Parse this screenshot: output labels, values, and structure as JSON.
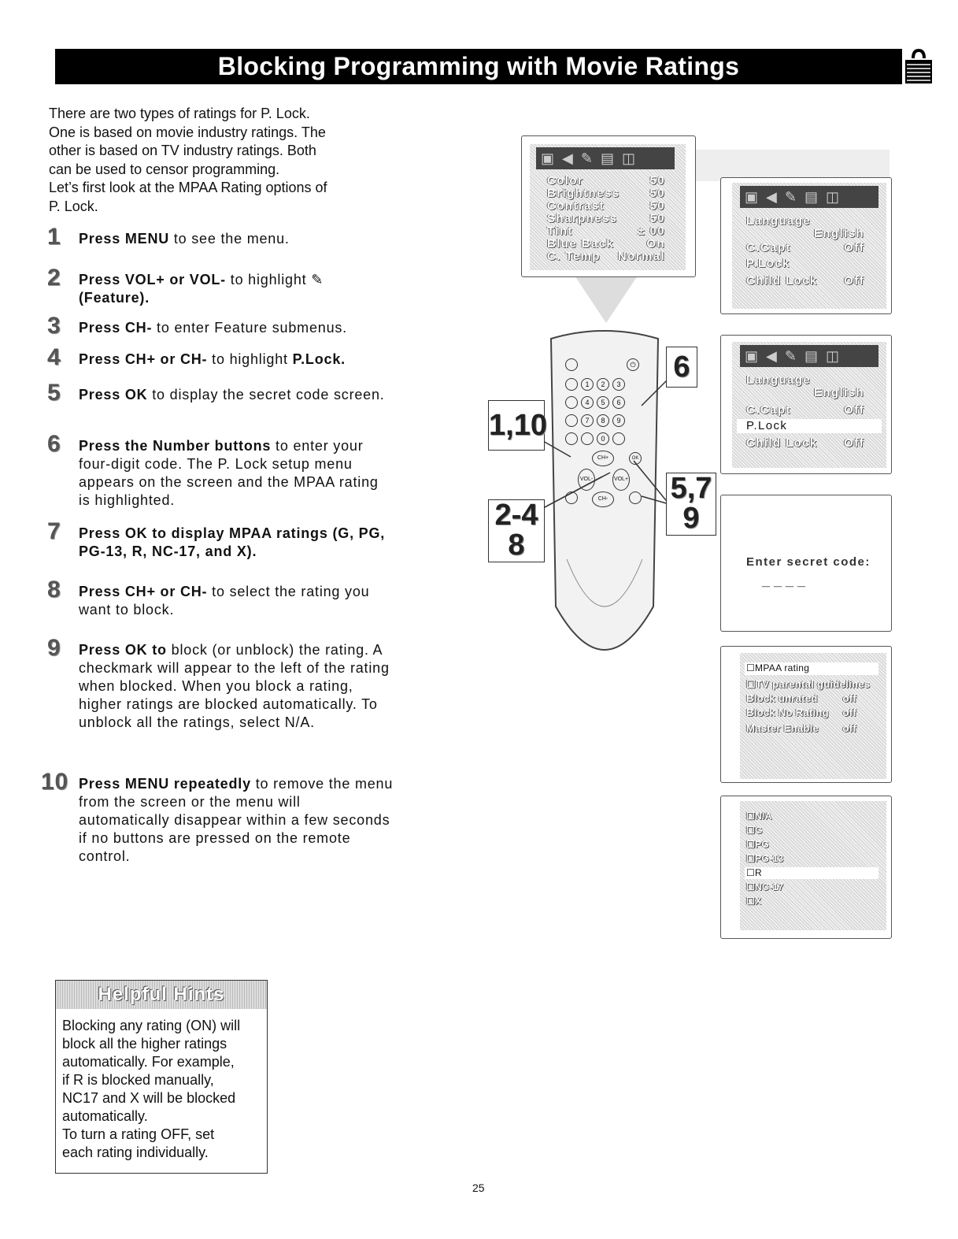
{
  "title": "Blocking Programming with Movie Ratings",
  "intro": [
    "There are two types of ratings for P. Lock.",
    "One is based on movie industry ratings. The",
    "other is based on TV industry ratings. Both",
    "can be used to censor programming.",
    "Let’s first look at the MPAA Rating options of",
    "P. Lock."
  ],
  "steps": [
    {
      "num": "1",
      "bold": "Press MENU",
      "rest": " to see the menu."
    },
    {
      "num": "2",
      "bold": "Press VOL+ or VOL-",
      "rest": " to highlight ",
      "icon": "feature-icon",
      "tail": "(Feature)."
    },
    {
      "num": "3",
      "bold": "Press CH-",
      "rest": " to enter Feature submenus."
    },
    {
      "num": "4",
      "bold": "Press CH+ or CH-",
      "rest": " to highlight ",
      "bold2": "P.Lock."
    },
    {
      "num": "5",
      "bold": "Press OK",
      "rest": " to display the secret code screen."
    },
    {
      "num": "6",
      "bold": "Press the Number buttons",
      "rest": " to enter your four-digit code. The P. Lock setup menu appears on the screen and the MPAA rating is highlighted."
    },
    {
      "num": "7",
      "bold": "Press OK to display MPAA ratings (G, PG, PG-13, R, NC-17, and X).",
      "rest": ""
    },
    {
      "num": "8",
      "bold": "Press CH+ or CH-",
      "rest": " to select the rating you want to block."
    },
    {
      "num": "9",
      "bold": "Press OK to",
      "rest": " block (or unblock) the rating. A checkmark will appear to the left of the rating when blocked. When you block a rating, higher ratings are blocked automatically. To unblock all the ratings, select N/A."
    },
    {
      "num": "10",
      "bold": "Press MENU repeatedly",
      "rest": " to remove the menu from the screen or the menu will automatically disappear within a few seconds if no buttons are pressed on the remote control."
    }
  ],
  "hints": {
    "header": "Helpful Hints",
    "body": [
      "Blocking any rating (ON) will",
      "block all the higher ratings",
      "automatically. For example,",
      "if R is blocked manually,",
      "NC17 and X will be blocked",
      "automatically.",
      "To turn a rating OFF, set",
      "each rating individually."
    ]
  },
  "page_number": "25",
  "screen1": {
    "items": [
      {
        "label": "Color",
        "value": "50"
      },
      {
        "label": "Brightness",
        "value": "50"
      },
      {
        "label": "Contrast",
        "value": "50"
      },
      {
        "label": "Sharpness",
        "value": "50"
      },
      {
        "label": "Tint",
        "value": "± 00"
      },
      {
        "label": "Blue Back",
        "value": "On"
      },
      {
        "label": "C. Temp",
        "value": "Normal"
      }
    ]
  },
  "screen2": {
    "items": [
      {
        "label": "Language",
        "value": ""
      },
      {
        "label": "",
        "value": "English"
      },
      {
        "label": "C.Capt",
        "value": "Off"
      },
      {
        "label": "P.Lock",
        "value": ""
      },
      {
        "label": "Child Lock",
        "value": "Off"
      }
    ]
  },
  "screen3": {
    "items": [
      {
        "label": "Language",
        "value": ""
      },
      {
        "label": "",
        "value": "English"
      },
      {
        "label": "C.Capt",
        "value": "Off"
      },
      {
        "label": "P.Lock",
        "value": ""
      },
      {
        "label": "Child Lock",
        "value": "Off"
      }
    ]
  },
  "screen4": {
    "prompt": "Enter secret code:",
    "code": "_ _ _ _"
  },
  "screen5": {
    "items": [
      {
        "label": "☐MPAA rating",
        "value": ""
      },
      {
        "label": "☐TV parental guidelines",
        "value": ""
      },
      {
        "label": "Block unrated",
        "value": "off"
      },
      {
        "label": "Block No Rating",
        "value": "off"
      },
      {
        "label": "Master Enable",
        "value": "off"
      }
    ]
  },
  "screen6": {
    "items": [
      "☐N/A",
      "☐G",
      "☐PG",
      "☐PG-13",
      "☐R",
      "☐NC-17",
      "☐X"
    ]
  },
  "callouts": {
    "c1": "1,10",
    "c2": "2-4",
    "c2b": "8",
    "c3": "6",
    "c4": "5,7",
    "c4b": "9"
  },
  "remote": {
    "keys": [
      "1",
      "2",
      "3",
      "4",
      "5",
      "6",
      "7",
      "8",
      "9",
      "0"
    ],
    "labels": {
      "ch_up": "CH+",
      "ch_down": "CH-",
      "vol_down": "VOL-",
      "vol_up": "VOL+",
      "ok": "OK"
    }
  }
}
